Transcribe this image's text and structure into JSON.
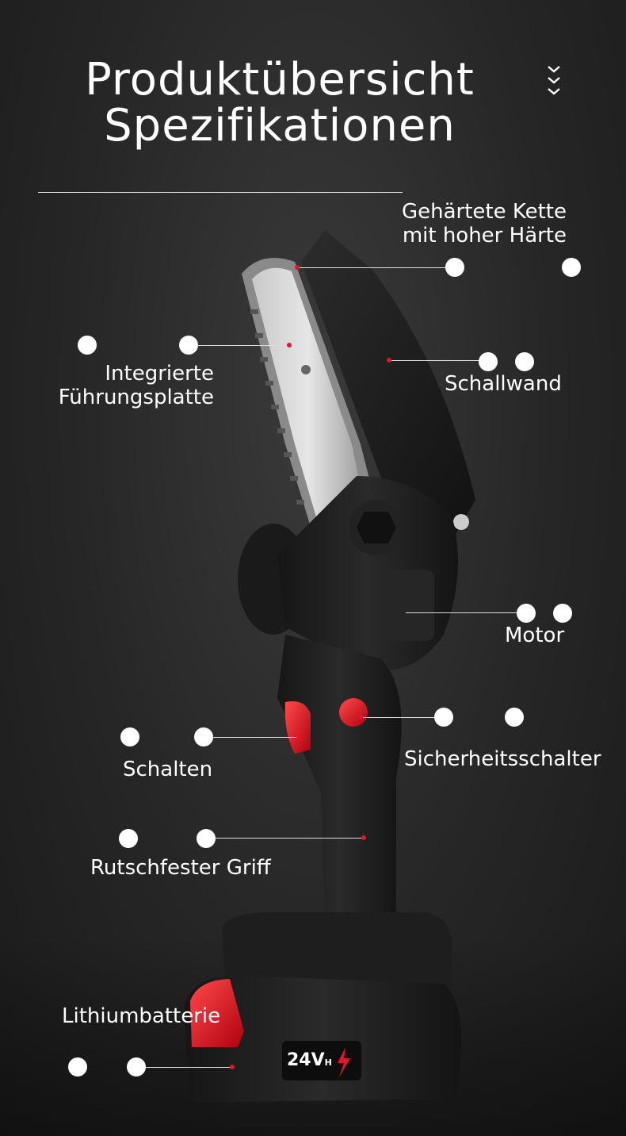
{
  "header": {
    "title_line1": "Produktübersicht",
    "title_line2": "Spezifikationen",
    "scroll_icon": "triple-chevron-down-icon"
  },
  "callouts": [
    {
      "id": "chain",
      "text_line1": "Gehärtete Kette",
      "text_line2": "mit hoher Härte"
    },
    {
      "id": "guide",
      "text_line1": "Integrierte",
      "text_line2": "Führungsplatte"
    },
    {
      "id": "cover",
      "text": "Schallwand"
    },
    {
      "id": "motor",
      "text": "Motor"
    },
    {
      "id": "trigger",
      "text": "Schalten"
    },
    {
      "id": "safety",
      "text": "Sicherheitsschalter"
    },
    {
      "id": "grip",
      "text": "Rutschfester Griff"
    },
    {
      "id": "battery",
      "text": "Lithiumbatterie"
    }
  ],
  "battery_label": {
    "voltage": "24V",
    "suffix": "H"
  },
  "colors": {
    "accent_red": "#e3152b",
    "body_black": "#1c1c1c",
    "text": "#ffffff",
    "background": "#2a2a2a"
  }
}
